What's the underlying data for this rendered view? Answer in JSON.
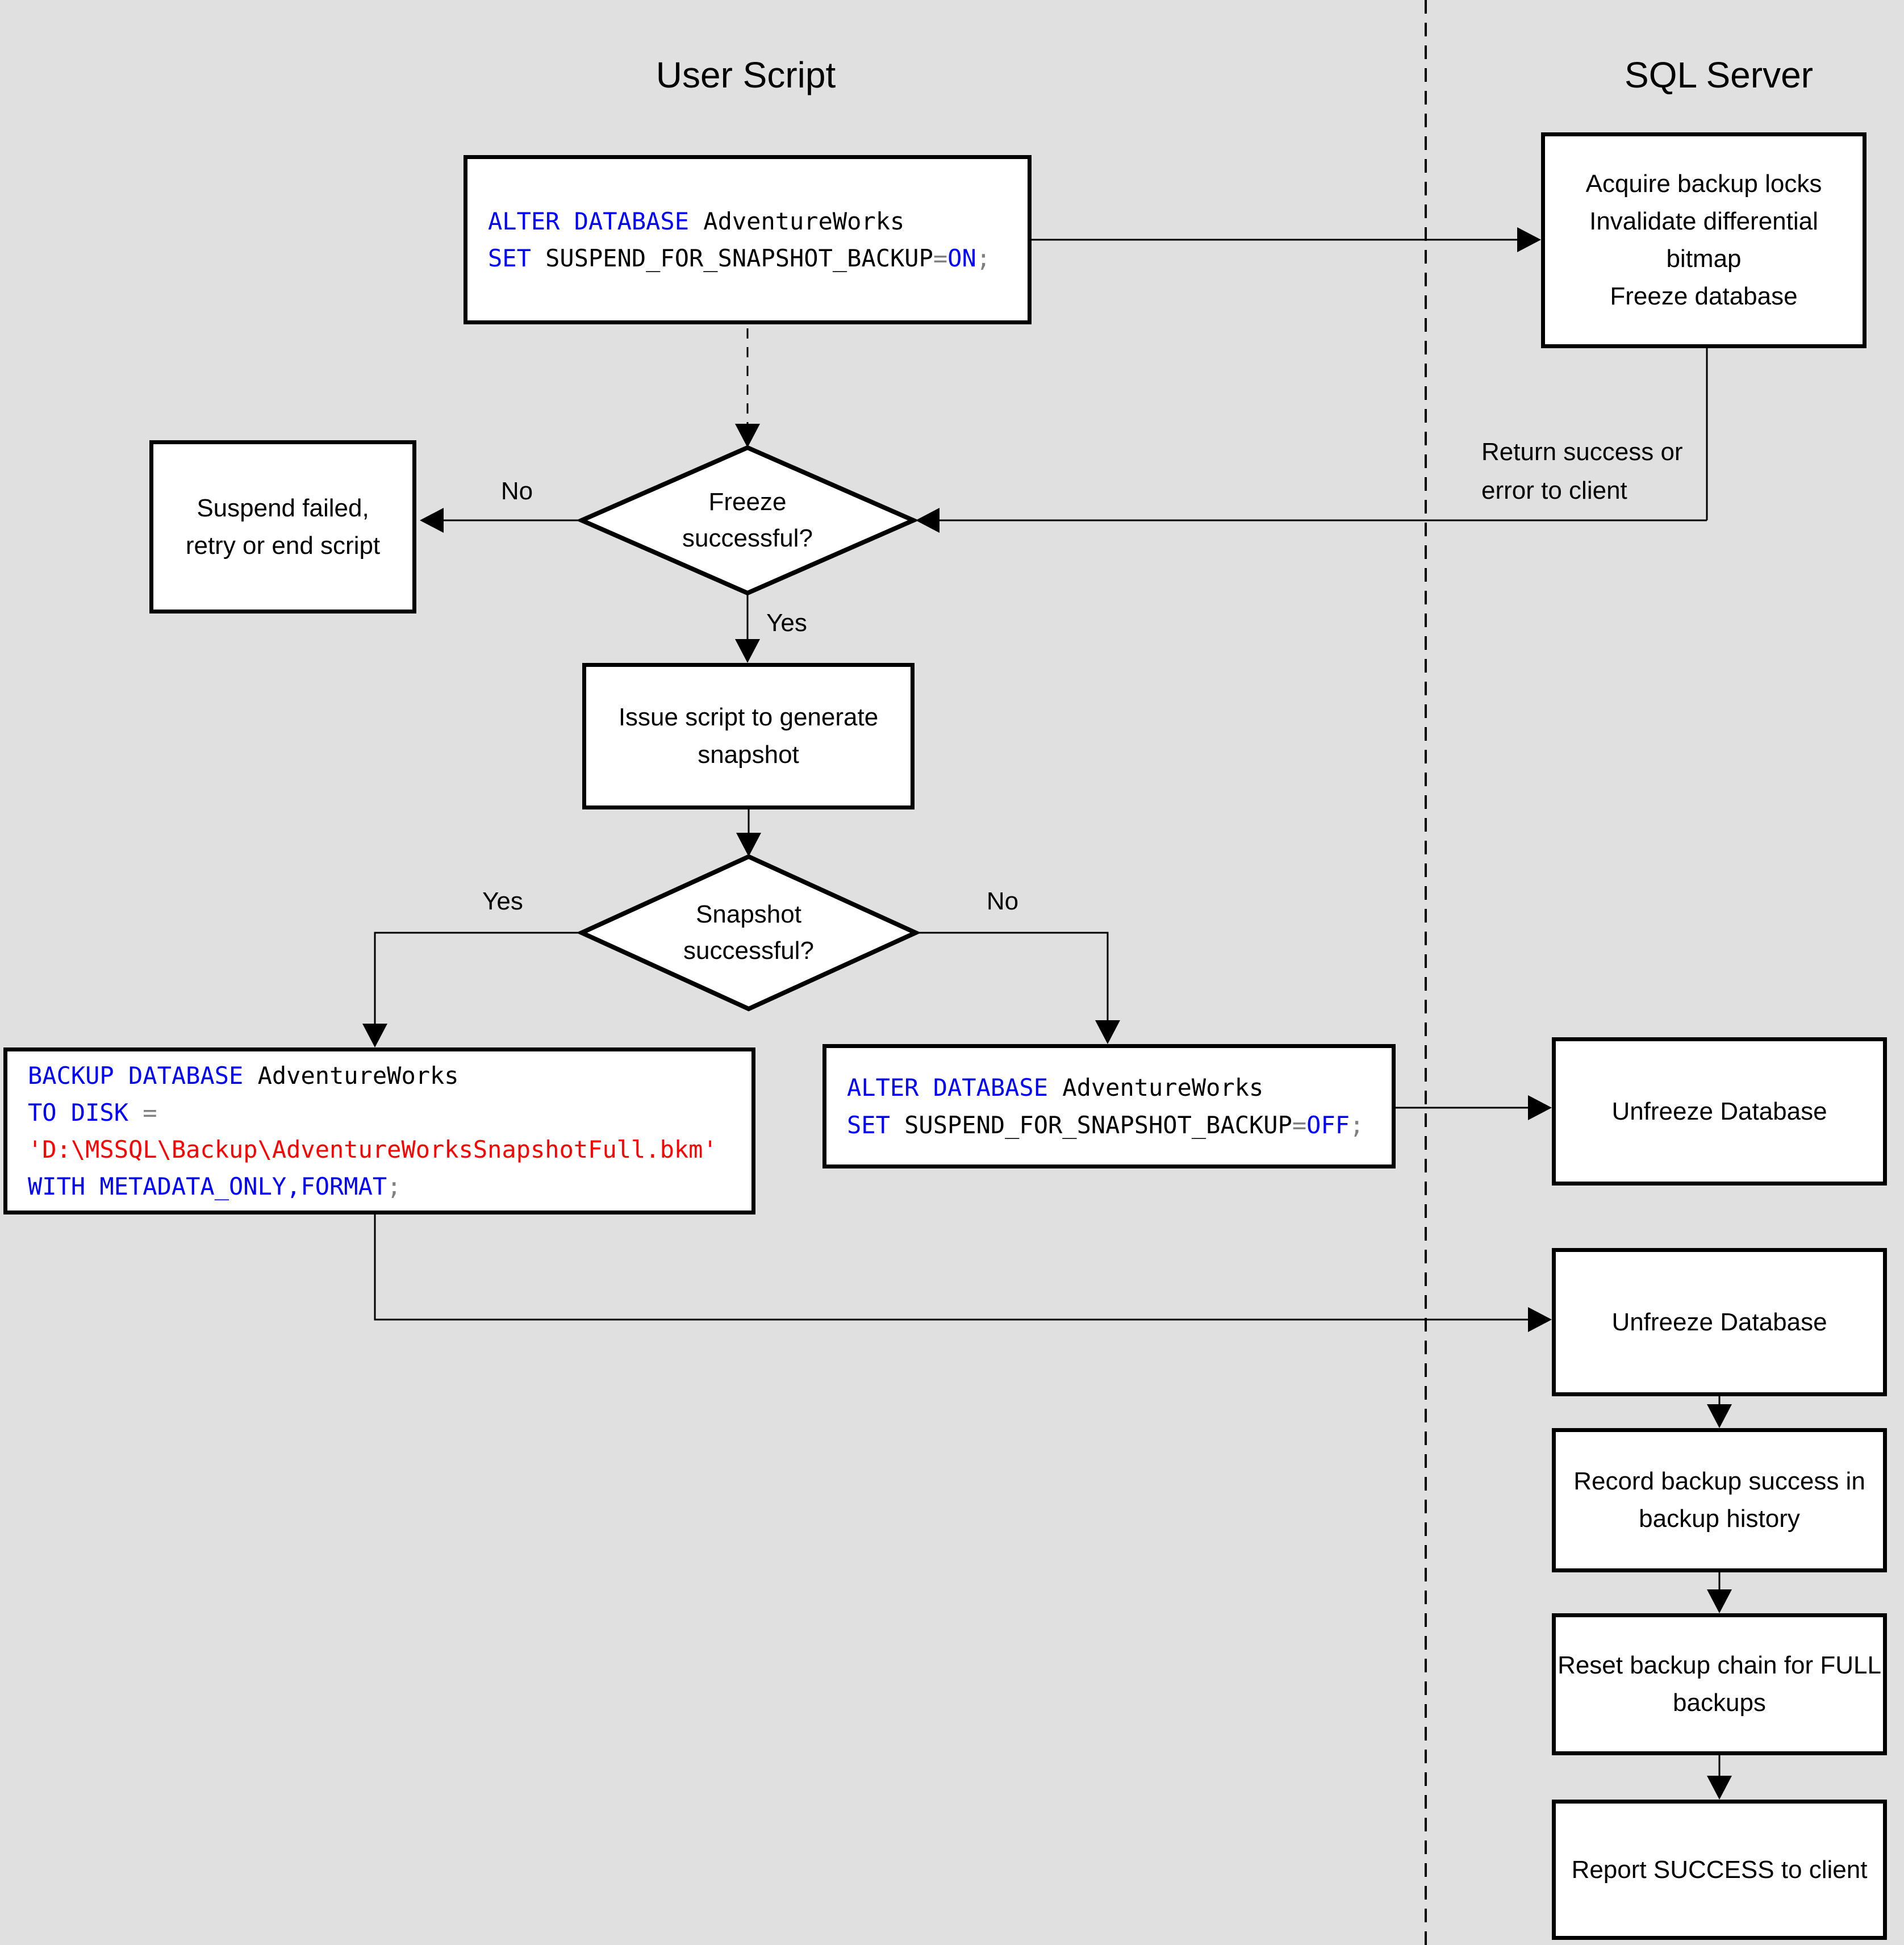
{
  "titles": {
    "left": "User Script",
    "right": "SQL Server"
  },
  "colors": {
    "background": "#e0e0e0",
    "box_fill": "#ffffff",
    "line": "#000000",
    "keyword": "#0000ff",
    "identifier": "#000000",
    "operator": "#808080",
    "string": "#ff0000"
  },
  "labels": {
    "freeze_no": "No",
    "freeze_yes": "Yes",
    "snapshot_yes": "Yes",
    "snapshot_no": "No",
    "return_note": "Return success or\nerror to client"
  },
  "nodes": {
    "alter_on_code": {
      "lines": [
        [
          [
            "kw",
            "ALTER DATABASE"
          ],
          [
            "pl",
            " AdventureWorks"
          ]
        ],
        [
          [
            "kw",
            "SET"
          ],
          [
            "pl",
            " SUSPEND_FOR_SNAPSHOT_BACKUP"
          ],
          [
            "op",
            "="
          ],
          [
            "kw",
            "ON"
          ],
          [
            "op",
            ";"
          ]
        ]
      ]
    },
    "acquire": {
      "text": "Acquire backup locks\nInvalidate differential\nbitmap\nFreeze database"
    },
    "freeze_decision": {
      "text": "Freeze\nsuccessful?"
    },
    "suspend_failed": {
      "text": "Suspend failed,\nretry or end script"
    },
    "issue_script": {
      "text": "Issue script to generate\nsnapshot"
    },
    "snapshot_decision": {
      "text": "Snapshot\nsuccessful?"
    },
    "backup_code": {
      "lines": [
        [
          [
            "kw",
            "BACKUP DATABASE"
          ],
          [
            "pl",
            " AdventureWorks"
          ]
        ],
        [
          [
            "kw",
            "TO DISK"
          ],
          [
            "op",
            " ="
          ]
        ],
        [
          [
            "str",
            "'D:\\MSSQL\\Backup\\AdventureWorksSnapshotFull.bkm'"
          ]
        ],
        [
          [
            "kw",
            "WITH METADATA_ONLY,FORMAT"
          ],
          [
            "op",
            ";"
          ]
        ]
      ]
    },
    "alter_off_code": {
      "lines": [
        [
          [
            "kw",
            "ALTER DATABASE"
          ],
          [
            "pl",
            " AdventureWorks"
          ]
        ],
        [
          [
            "kw",
            "SET"
          ],
          [
            "pl",
            " SUSPEND_FOR_SNAPSHOT_BACKUP"
          ],
          [
            "op",
            "="
          ],
          [
            "kw",
            "OFF"
          ],
          [
            "op",
            ";"
          ]
        ]
      ]
    },
    "unfreeze_1": {
      "text": "Unfreeze Database"
    },
    "unfreeze_2": {
      "text": "Unfreeze Database"
    },
    "record_history": {
      "text": "Record backup success in\nbackup history"
    },
    "reset_chain": {
      "text": "Reset backup chain for FULL\nbackups"
    },
    "report_success": {
      "text": "Report SUCCESS to client"
    }
  }
}
